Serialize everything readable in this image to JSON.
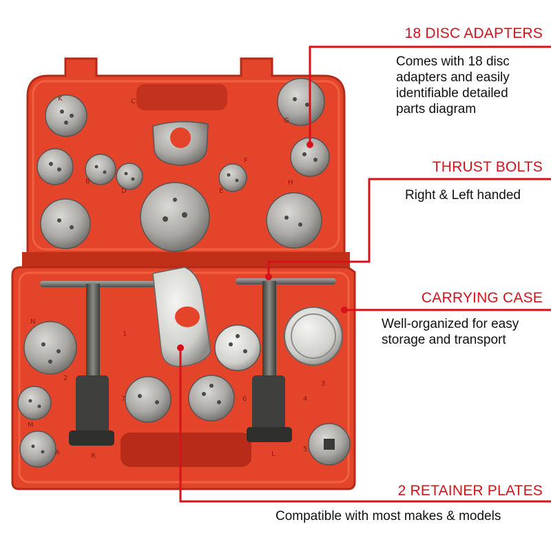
{
  "colors": {
    "accent": "#d8101a",
    "case_red": "#e4442a",
    "text": "#111111"
  },
  "callouts": [
    {
      "heading": "18 DISC ADAPTERS",
      "lines": [
        "Comes with 18 disc",
        "adapters and easily",
        "identifiable detailed",
        "parts diagram"
      ]
    },
    {
      "heading": "THRUST BOLTS",
      "lines": [
        "Right & Left handed"
      ]
    },
    {
      "heading": "CARRYING CASE",
      "lines": [
        "Well-organized for easy",
        "storage and transport"
      ]
    },
    {
      "heading": "2 RETAINER PLATES",
      "lines": [
        "Compatible with most makes & models"
      ]
    }
  ],
  "case_markings": {
    "upper": [
      "K",
      "C",
      "B",
      "D",
      "E",
      "F",
      "G",
      "H"
    ],
    "lower": [
      "N",
      "1",
      "2",
      "M",
      "A",
      "R",
      "L",
      "3",
      "4",
      "5",
      "6",
      "7"
    ]
  }
}
